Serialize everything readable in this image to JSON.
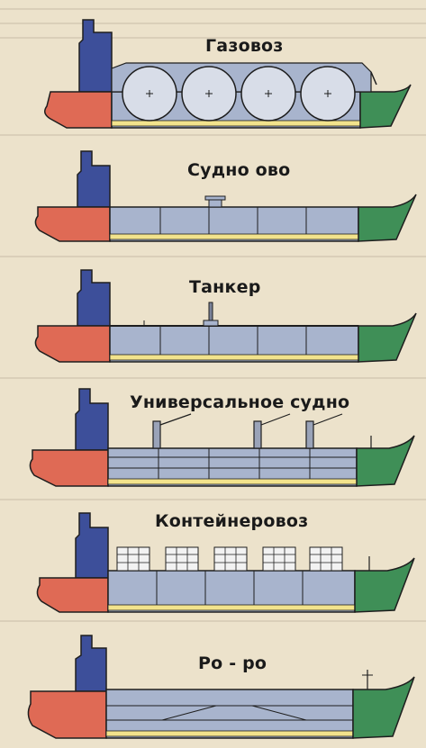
{
  "ships": [
    {
      "label": "Газовоз"
    },
    {
      "label": "Судно ово"
    },
    {
      "label": "Танкер"
    },
    {
      "label": "Универсальное судно"
    },
    {
      "label": "Контейнеровоз"
    },
    {
      "label": "Ро - ро"
    }
  ],
  "colors": {
    "background": "#ece2cb",
    "bow": "#df6a55",
    "superstructure": "#3d4f9a",
    "hull": "#a8b4cd",
    "stern": "#3f8f57",
    "deck_stripe": "#f2e38c",
    "outline": "#1e1e1e"
  }
}
